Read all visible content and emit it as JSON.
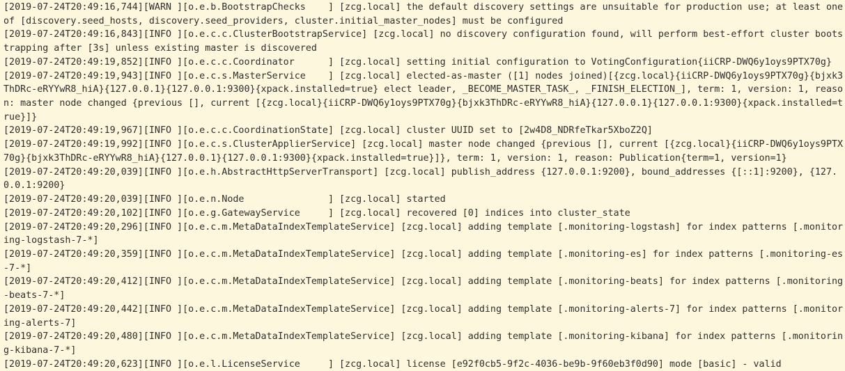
{
  "log": {
    "entries": [
      {
        "text": "[2019-07-24T20:49:16,744][WARN ][o.e.b.BootstrapChecks    ] [zcg.local] the default discovery settings are unsuitable for production use; at least one of [discovery.seed_hosts, discovery.seed_providers, cluster.initial_master_nodes] must be configured"
      },
      {
        "text": "[2019-07-24T20:49:16,843][INFO ][o.e.c.c.ClusterBootstrapService] [zcg.local] no discovery configuration found, will perform best-effort cluster bootstrapping after [3s] unless existing master is discovered"
      },
      {
        "text": "[2019-07-24T20:49:19,852][INFO ][o.e.c.c.Coordinator      ] [zcg.local] setting initial configuration to VotingConfiguration{iiCRP-DWQ6y1oys9PTX70g}"
      },
      {
        "text": "[2019-07-24T20:49:19,943][INFO ][o.e.c.s.MasterService    ] [zcg.local] elected-as-master ([1] nodes joined)[{zcg.local}{iiCRP-DWQ6y1oys9PTX70g}{bjxk3ThDRc-eRYYwR8_hiA}{127.0.0.1}{127.0.0.1:9300}{xpack.installed=true} elect leader, _BECOME_MASTER_TASK_, _FINISH_ELECTION_], term: 1, version: 1, reason: master node changed {previous [], current [{zcg.local}{iiCRP-DWQ6y1oys9PTX70g}{bjxk3ThDRc-eRYYwR8_hiA}{127.0.0.1}{127.0.0.1:9300}{xpack.installed=true}]}"
      },
      {
        "text": "[2019-07-24T20:49:19,967][INFO ][o.e.c.c.CoordinationState] [zcg.local] cluster UUID set to [2w4D8_NDRfeTkar5XboZ2Q]"
      },
      {
        "text": "[2019-07-24T20:49:19,992][INFO ][o.e.c.s.ClusterApplierService] [zcg.local] master node changed {previous [], current [{zcg.local}{iiCRP-DWQ6y1oys9PTX70g}{bjxk3ThDRc-eRYYwR8_hiA}{127.0.0.1}{127.0.0.1:9300}{xpack.installed=true}]}, term: 1, version: 1, reason: Publication{term=1, version=1}"
      },
      {
        "text": "[2019-07-24T20:49:20,039][INFO ][o.e.h.AbstractHttpServerTransport] [zcg.local] publish_address {127.0.0.1:9200}, bound_addresses {[::1]:9200}, {127.0.0.1:9200}"
      },
      {
        "text": "[2019-07-24T20:49:20,039][INFO ][o.e.n.Node               ] [zcg.local] started"
      },
      {
        "text": "[2019-07-24T20:49:20,102][INFO ][o.e.g.GatewayService     ] [zcg.local] recovered [0] indices into cluster_state"
      },
      {
        "text": "[2019-07-24T20:49:20,296][INFO ][o.e.c.m.MetaDataIndexTemplateService] [zcg.local] adding template [.monitoring-logstash] for index patterns [.monitoring-logstash-7-*]"
      },
      {
        "text": "[2019-07-24T20:49:20,359][INFO ][o.e.c.m.MetaDataIndexTemplateService] [zcg.local] adding template [.monitoring-es] for index patterns [.monitoring-es-7-*]"
      },
      {
        "text": "[2019-07-24T20:49:20,412][INFO ][o.e.c.m.MetaDataIndexTemplateService] [zcg.local] adding template [.monitoring-beats] for index patterns [.monitoring-beats-7-*]"
      },
      {
        "text": "[2019-07-24T20:49:20,442][INFO ][o.e.c.m.MetaDataIndexTemplateService] [zcg.local] adding template [.monitoring-alerts-7] for index patterns [.monitoring-alerts-7]"
      },
      {
        "text": "[2019-07-24T20:49:20,480][INFO ][o.e.c.m.MetaDataIndexTemplateService] [zcg.local] adding template [.monitoring-kibana] for index patterns [.monitoring-kibana-7-*]"
      },
      {
        "text": "[2019-07-24T20:49:20,623][INFO ][o.e.l.LicenseService     ] [zcg.local] license [e92f0cb5-9f2c-4036-be9b-9f60eb3f0d90] mode [basic] - valid"
      }
    ]
  }
}
